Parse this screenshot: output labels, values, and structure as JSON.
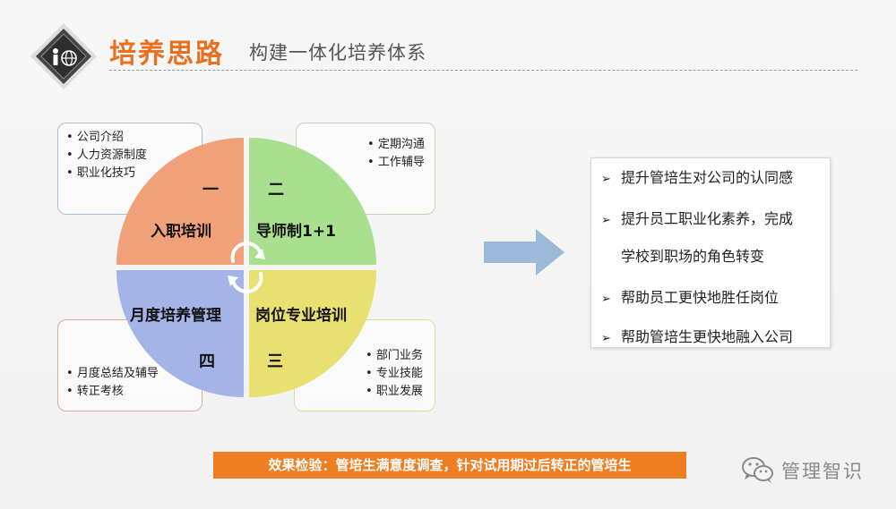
{
  "header": {
    "title": "培养思路",
    "subtitle": "构建一体化培养体系"
  },
  "quadrants": {
    "tl": {
      "number": "一",
      "title": "入职培训",
      "color": "#f0a17a"
    },
    "tr": {
      "number": "二",
      "title": "导师制1+1",
      "color": "#a8e090"
    },
    "br": {
      "number": "三",
      "title": "岗位专业培训",
      "color": "#e8e070"
    },
    "bl": {
      "number": "四",
      "title": "月度培养管理",
      "color": "#a4b4e8"
    }
  },
  "boxes": {
    "tl": [
      "公司介绍",
      "人力资源制度",
      "职业化技巧"
    ],
    "tr": [
      "定期沟通",
      "工作辅导"
    ],
    "bl": [
      "月度总结及辅导",
      "转正考核"
    ],
    "br": [
      "部门业务",
      "专业技能",
      "职业发展"
    ]
  },
  "panel": {
    "items": [
      "提升管培生对公司的认同感",
      "提升员工职业化素养，完成",
      "学校到职场的角色转变",
      "帮助员工更快地胜任岗位",
      "帮助管培生更快地融入公司"
    ],
    "bullet_glyph": "➢"
  },
  "effect": "效果检验：管培生满意度调查，针对试用期过后转正的管培生",
  "brand": "管理智识",
  "colors": {
    "accent": "#ef7d22",
    "arrow": "#9db9d8"
  },
  "icons": [
    "person-globe-logo-icon",
    "cycle-arrows-icon",
    "right-arrow-icon",
    "wechat-icon"
  ]
}
